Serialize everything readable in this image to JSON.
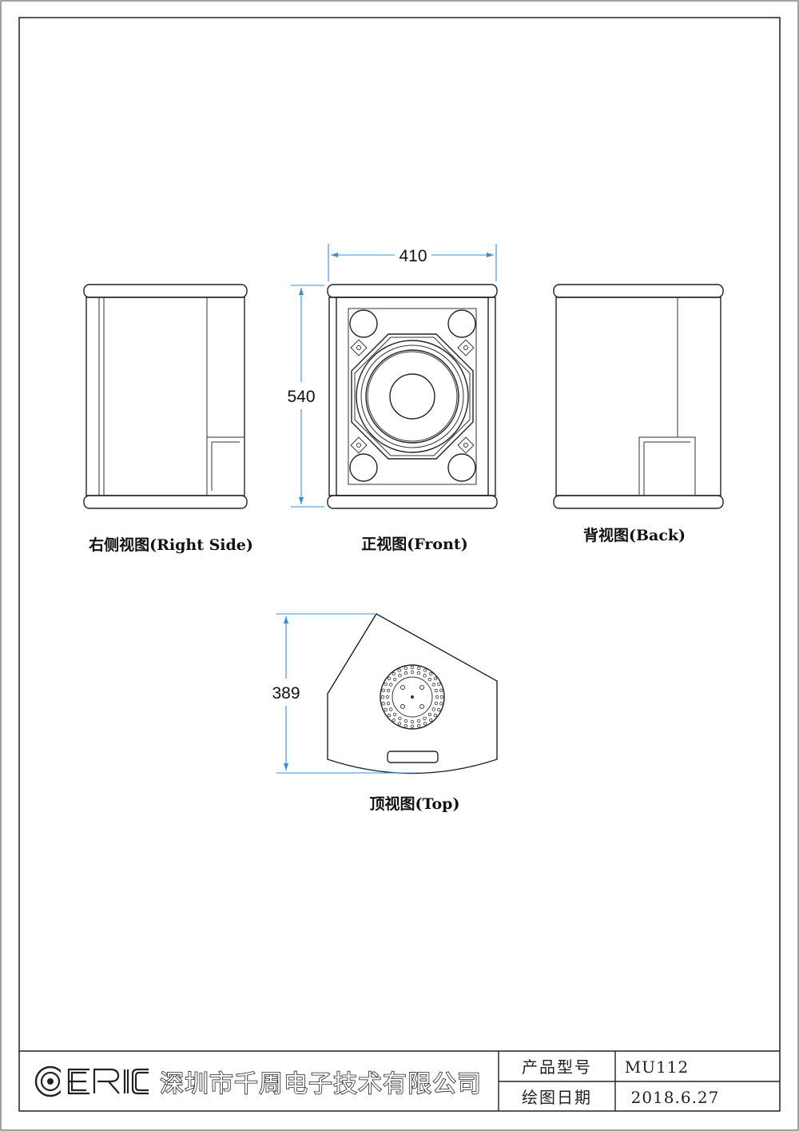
{
  "views": {
    "right_side": "右侧视图(Right Side)",
    "front": "正视图(Front)",
    "back": "背视图(Back)",
    "top": "顶视图(Top)"
  },
  "dimensions": {
    "width": "410",
    "height": "540",
    "depth": "389"
  },
  "title_block": {
    "logo_text": "ERIC",
    "company": "深圳市千周电子技术有限公司",
    "model_label": "产品型号",
    "model_value": "MU112",
    "date_label": "绘图日期",
    "date_value": "2018.6.27"
  },
  "colors": {
    "line": "#222222",
    "dimension": "#3a8fd0"
  }
}
